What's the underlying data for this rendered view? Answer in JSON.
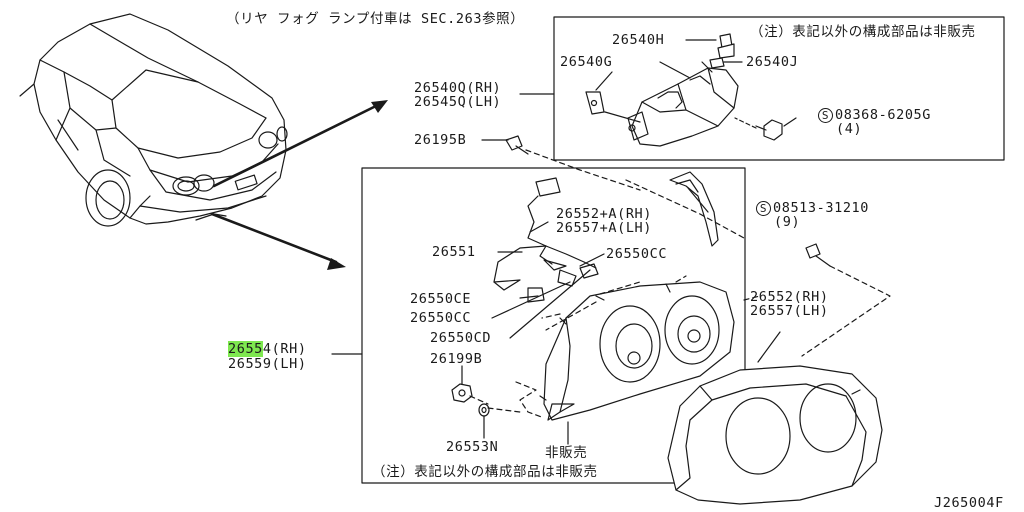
{
  "header_note": "（リヤ フォグ ランプ付車は SEC.263参照）",
  "notes": {
    "top_right": "（注）表記以外の構成部品は非販売",
    "bottom": "（注）表記以外の構成部品は非販売",
    "not_sold": "非販売"
  },
  "diagram_id": "J265004F",
  "parts": {
    "p26540H": "26540H",
    "p26540G": "26540G",
    "p26540J": "26540J",
    "fog_rh": "26540Q(RH)",
    "fog_lh": "26545Q(LH)",
    "screw_symbol": "S",
    "p08368": "08368-6205G",
    "p08368_qty": "(4)",
    "p26195B": "26195B",
    "p26552A_rh": "26552+A(RH)",
    "p26557A_lh": "26557+A(LH)",
    "p26551": "26551",
    "p26550CC_a": "26550CC",
    "p26550CE": "26550CE",
    "p26550CC_b": "26550CC",
    "p26550CD": "26550CD",
    "lamp_rh_hl": "2655",
    "lamp_rh_rest": "4(RH)",
    "lamp_lh": "26559(LH)",
    "p26199B": "26199B",
    "p26553N": "26553N",
    "p08513": "08513-31210",
    "p08513_qty": "(9)",
    "p26552_rh": "26552(RH)",
    "p26557_lh": "26557(LH)"
  }
}
